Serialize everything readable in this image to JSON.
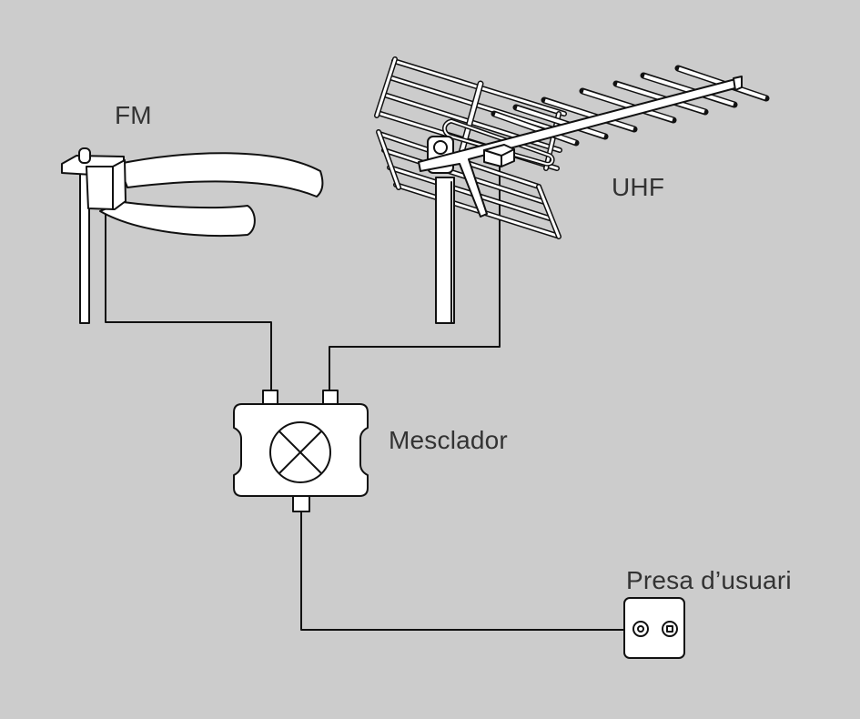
{
  "labels": {
    "fm": "FM",
    "uhf": "UHF",
    "mixer": "Mesclador",
    "outlet": "Presa d’usuari"
  },
  "colors": {
    "background": "#cccccc",
    "stroke": "#111111",
    "fill": "#ffffff",
    "text": "#333333"
  }
}
